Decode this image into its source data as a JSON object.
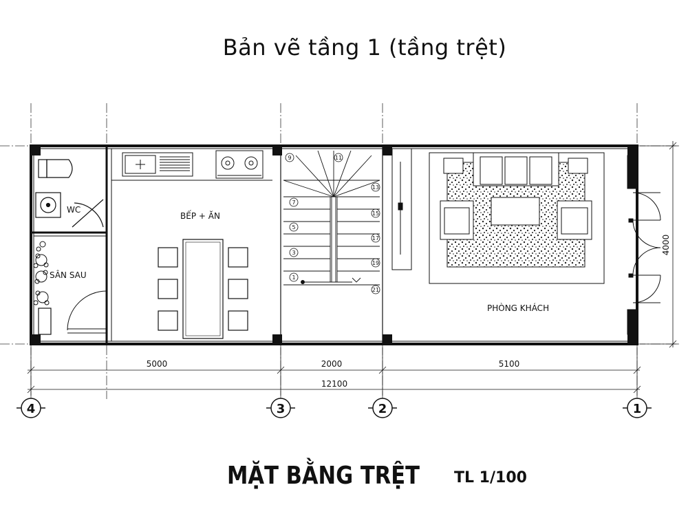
{
  "page": {
    "title": "Bản vẽ tầng 1 (tầng trệt)"
  },
  "rooms": {
    "wc": "WC",
    "backyard": "SÂN SAU",
    "kitchen": "BẾP + ĂN",
    "living": "PHÒNG KHÁCH"
  },
  "dimensions": {
    "seg1": "5000",
    "seg2": "2000",
    "seg3": "5100",
    "total": "12100",
    "depth": "4000"
  },
  "axes": [
    "4",
    "3",
    "2",
    "1"
  ],
  "stairs": {
    "numbers": [
      "1",
      "3",
      "5",
      "7",
      "9",
      "11",
      "13",
      "15",
      "17",
      "19",
      "21"
    ]
  },
  "plan": {
    "title": "MẶT BẰNG TRỆT",
    "scale": "TL 1/100"
  }
}
